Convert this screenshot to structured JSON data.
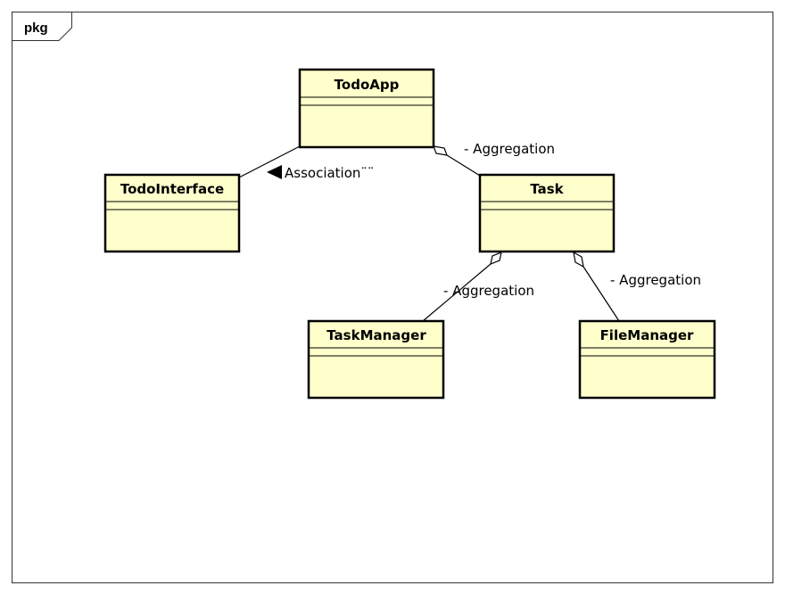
{
  "frame": {
    "label": "pkg"
  },
  "classes": {
    "todoapp": {
      "name": "TodoApp"
    },
    "todointerface": {
      "name": "TodoInterface"
    },
    "task": {
      "name": "Task"
    },
    "taskmanager": {
      "name": "TaskManager"
    },
    "filemanager": {
      "name": "FileManager"
    }
  },
  "relations": {
    "todoapp_task": {
      "type": "aggregation",
      "label": "- Aggregation"
    },
    "todoapp_todointerface": {
      "type": "association",
      "label": "Association¨¨"
    },
    "task_taskmanager": {
      "type": "aggregation",
      "label": "- Aggregation"
    },
    "task_filemanager": {
      "type": "aggregation",
      "label": "- Aggregation"
    }
  },
  "colors": {
    "class_fill": "#ffffcc",
    "stroke": "#000000",
    "frame_stroke": "#333333"
  }
}
